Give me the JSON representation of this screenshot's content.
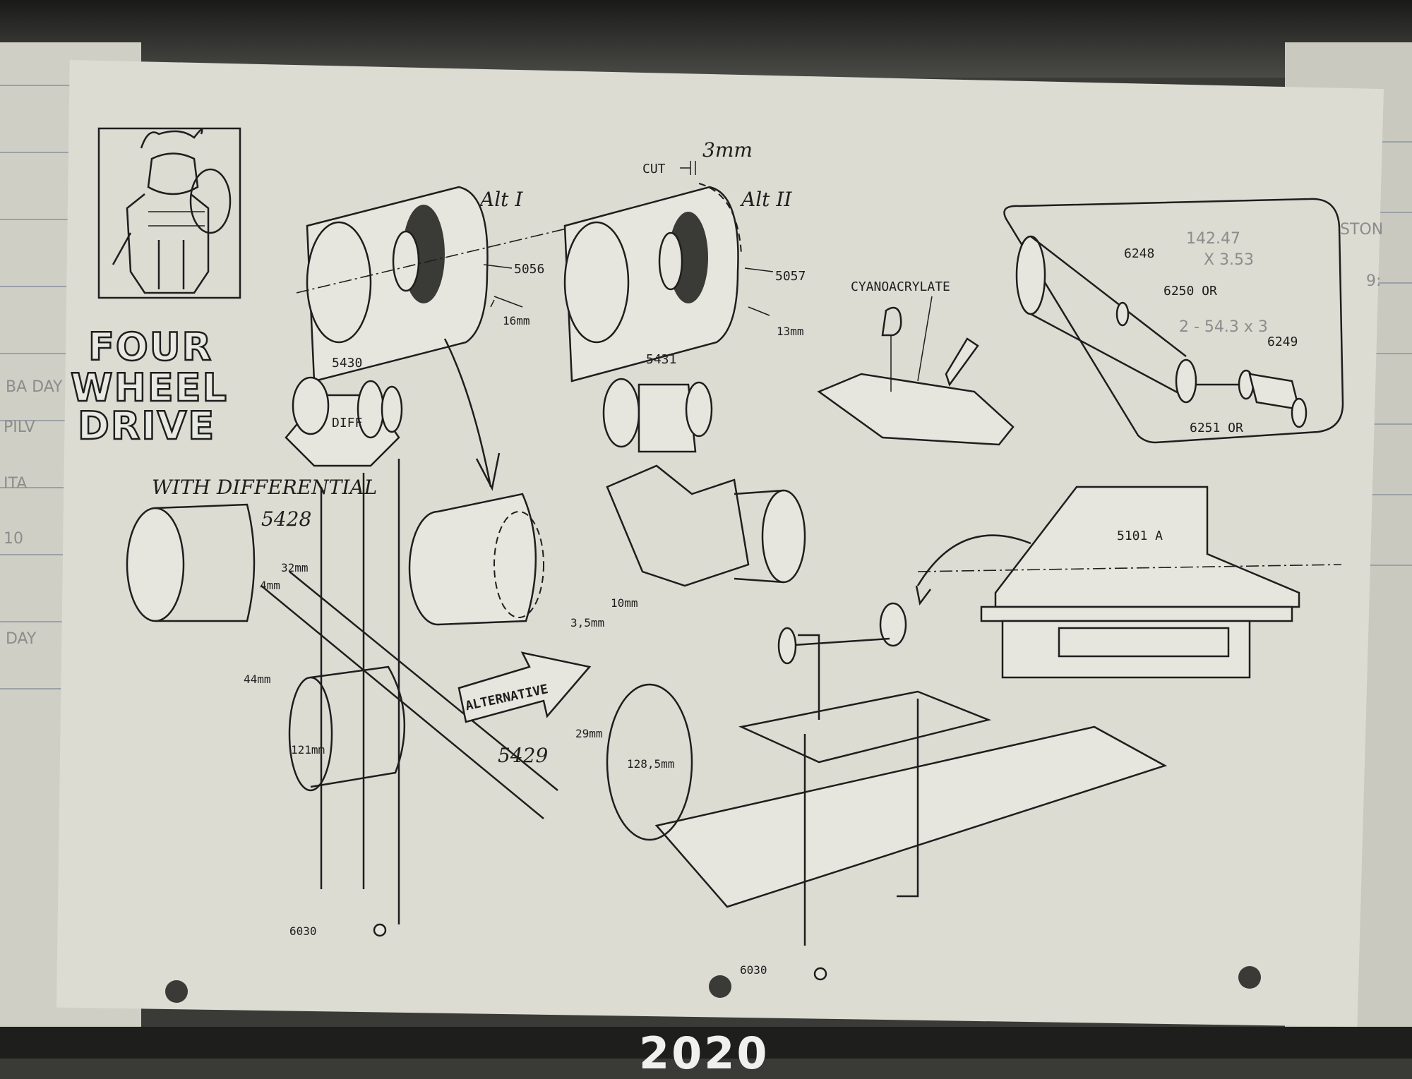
{
  "background": {
    "left_edge_words": [
      "BA DAY",
      "PILV",
      "ITA",
      "10",
      "DAY"
    ],
    "right_edge_words": [
      "STON",
      "9:"
    ],
    "calendar_year": "2020"
  },
  "title": {
    "line1": "FOUR",
    "line2": "WHEEL",
    "line3": "DRIVE"
  },
  "labels": {
    "alt1": "Alt I",
    "alt2": "Alt II",
    "cut": "CUT",
    "cut_dim": "3mm",
    "part_5056": "5056",
    "part_5057": "5057",
    "dim_16": "16mm",
    "dim_13": "13mm",
    "cyano": "CYANOACRYLATE",
    "part_5430": "5430",
    "part_5431": "5431",
    "diff": "DIFF",
    "with_diff": "WITH DIFFERENTIAL",
    "part_5428": "5428",
    "dim_32": "32mm",
    "dim_4": "4mm",
    "dim_44": "44mm",
    "dim_121": "121mm",
    "alternative": "ALTERNATIVE",
    "part_5429": "5429",
    "dim_10": "10mm",
    "dim_35": "3,5mm",
    "dim_29": "29mm",
    "dim_128": "128,5mm",
    "part_6030a": "6030",
    "part_6030b": "6030",
    "part_5101a": "5101 A",
    "part_6248": "6248",
    "part_6250": "6250 OR",
    "part_6249": "6249",
    "part_6251": "6251 OR",
    "pencil_1": "142.47",
    "pencil_2": "X 3.53",
    "pencil_3": "2 - 54.3 x 3"
  },
  "colors": {
    "paper": "#dcdcd3",
    "ink": "#1e1e1e",
    "pencil": "#8c8c8c"
  }
}
